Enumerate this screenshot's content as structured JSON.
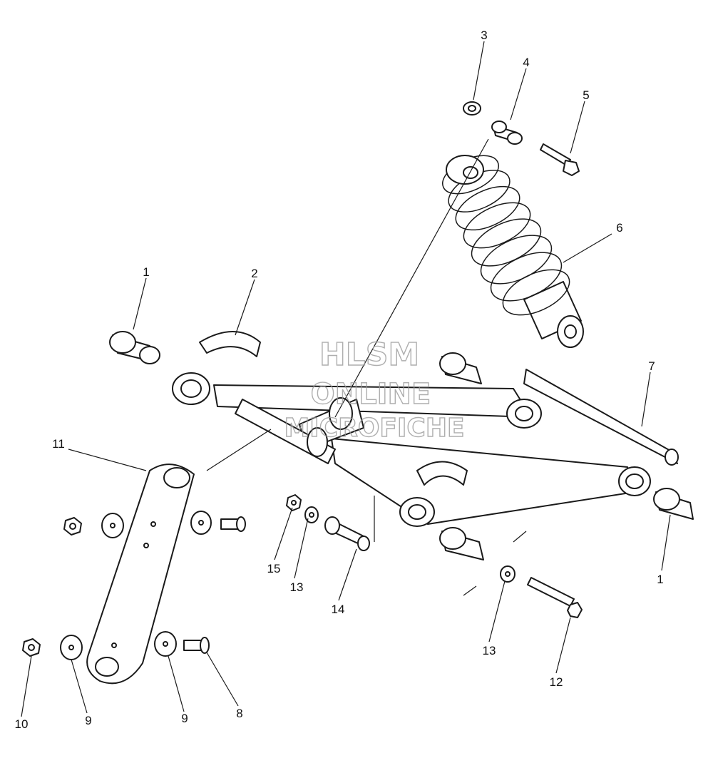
{
  "watermark": {
    "line1": "HLSM",
    "line2": "ONLINE",
    "line3": "MICROFICHE"
  },
  "callouts": [
    {
      "id": "c3",
      "label": "3"
    },
    {
      "id": "c4",
      "label": "4"
    },
    {
      "id": "c5",
      "label": "5"
    },
    {
      "id": "c6",
      "label": "6"
    },
    {
      "id": "c1a",
      "label": "1"
    },
    {
      "id": "c2",
      "label": "2"
    },
    {
      "id": "c7",
      "label": "7"
    },
    {
      "id": "c11",
      "label": "11"
    },
    {
      "id": "c15",
      "label": "15"
    },
    {
      "id": "c13a",
      "label": "13"
    },
    {
      "id": "c14",
      "label": "14"
    },
    {
      "id": "c1b",
      "label": "1"
    },
    {
      "id": "c13b",
      "label": "13"
    },
    {
      "id": "c12",
      "label": "12"
    },
    {
      "id": "c10",
      "label": "10"
    },
    {
      "id": "c9a",
      "label": "9"
    },
    {
      "id": "c9b",
      "label": "9"
    },
    {
      "id": "c8",
      "label": "8"
    }
  ]
}
